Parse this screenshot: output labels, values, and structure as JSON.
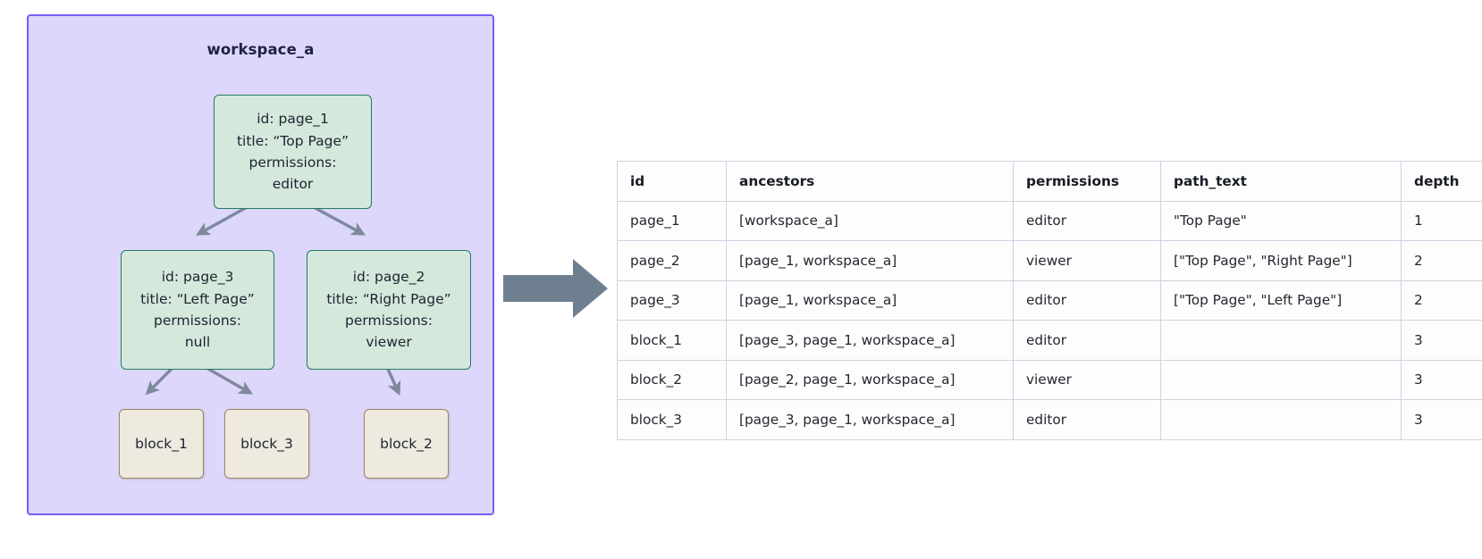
{
  "workspace": {
    "title": "workspace_a",
    "border_color": "#7c5cf5",
    "fill_color": "#ddd7fb",
    "nodes": [
      {
        "key": "page_1",
        "type": "page",
        "lines": [
          "id: page_1",
          "title: “Top Page”",
          "permissions:",
          "editor"
        ],
        "id": "page_1",
        "title_value": "“Top Page”",
        "permissions": "editor"
      },
      {
        "key": "page_3",
        "type": "page",
        "lines": [
          "id: page_3",
          "title: “Left Page”",
          "permissions:",
          "null"
        ],
        "id": "page_3",
        "title_value": "“Left Page”",
        "permissions": "null"
      },
      {
        "key": "page_2",
        "type": "page",
        "lines": [
          "id: page_2",
          "title: “Right Page”",
          "permissions:",
          "viewer"
        ],
        "id": "page_2",
        "title_value": "“Right Page”",
        "permissions": "viewer"
      },
      {
        "key": "block_1",
        "type": "block",
        "label": "block_1"
      },
      {
        "key": "block_3",
        "type": "block",
        "label": "block_3"
      },
      {
        "key": "block_2",
        "type": "block",
        "label": "block_2"
      }
    ],
    "edges": [
      {
        "from": "page_1",
        "to": "page_3"
      },
      {
        "from": "page_1",
        "to": "page_2"
      },
      {
        "from": "page_3",
        "to": "block_1"
      },
      {
        "from": "page_3",
        "to": "block_3"
      },
      {
        "from": "page_2",
        "to": "block_2"
      }
    ],
    "node_colors": {
      "page_fill": "#d4e8dc",
      "page_border": "#237a5f",
      "block_fill": "#eeeadf",
      "block_border": "#9d8464",
      "edge_color": "#7e8a9c"
    }
  },
  "transform_arrow": {
    "name": "right-arrow",
    "color": "#6e8090"
  },
  "table": {
    "columns": [
      "id",
      "ancestors",
      "permissions",
      "path_text",
      "depth"
    ],
    "rows": [
      {
        "id": "page_1",
        "ancestors": "[workspace_a]",
        "permissions": "editor",
        "path_text": "\"Top Page\"",
        "depth": "1"
      },
      {
        "id": "page_2",
        "ancestors": "[page_1, workspace_a]",
        "permissions": "viewer",
        "path_text": "[\"Top Page\", \"Right Page\"]",
        "depth": "2"
      },
      {
        "id": "page_3",
        "ancestors": "[page_1, workspace_a]",
        "permissions": "editor",
        "path_text": "[\"Top Page\", \"Left Page\"]",
        "depth": "2"
      },
      {
        "id": "block_1",
        "ancestors": "[page_3, page_1, workspace_a]",
        "permissions": "editor",
        "path_text": "",
        "depth": "3"
      },
      {
        "id": "block_2",
        "ancestors": "[page_2, page_1, workspace_a]",
        "permissions": "viewer",
        "path_text": "",
        "depth": "3"
      },
      {
        "id": "block_3",
        "ancestors": "[page_3, page_1, workspace_a]",
        "permissions": "editor",
        "path_text": "",
        "depth": "3"
      }
    ]
  }
}
